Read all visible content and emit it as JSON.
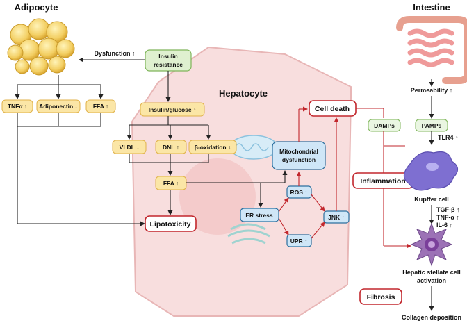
{
  "titles": {
    "adipocyte": "Adipocyte",
    "intestine": "Intestine",
    "hepatocyte": "Hepatocyte"
  },
  "nodes": {
    "insulin_resistance_1": "Insulin",
    "insulin_resistance_2": "resistance",
    "dysfunction": "Dysfunction ↑",
    "tnfa": "TNFα ↑",
    "adiponectin": "Adiponectin ↓",
    "ffa_adipocyte": "FFA ↑",
    "insulin_glucose": "Insulin/glucose ↑",
    "vldl": "VLDL ↓",
    "dnl": "DNL ↑",
    "beta_oxidation": "β-oxidation ↓",
    "ffa_liver": "FFA ↑",
    "lipotoxicity": "Lipotoxicity",
    "mito_1": "Mitochondrial",
    "mito_2": "dysfunction",
    "cell_death": "Cell death",
    "er_stress": "ER stress",
    "ros": "ROS ↑",
    "upr": "UPR ↑",
    "jnk": "JNK ↑",
    "damps": "DAMPs",
    "pamps": "PAMPs",
    "permeability": "Permeability ↑",
    "tlr4": "TLR4 ↑",
    "kupffer": "Kupffer cell",
    "cytokine_1": "TGF-β ↑",
    "cytokine_2": "TNF-α ↑",
    "cytokine_3": "IL-6 ↑",
    "inflammation": "Inflammation",
    "hsc_1": "Hepatic stellate cell",
    "hsc_2": "activation",
    "fibrosis": "Fibrosis",
    "collagen": "Collagen deposition"
  },
  "colors": {
    "hepatocyte_fill": "#f8dede",
    "hepatocyte_stroke": "#e8b6b6",
    "red_accent": "#c2272d",
    "yellow_box": "#fbe6a6",
    "green_box": "#dff0d0",
    "blue_box": "#cfe6f7",
    "kupffer": "#7e6fd1",
    "stellate": "#9c72b6"
  }
}
